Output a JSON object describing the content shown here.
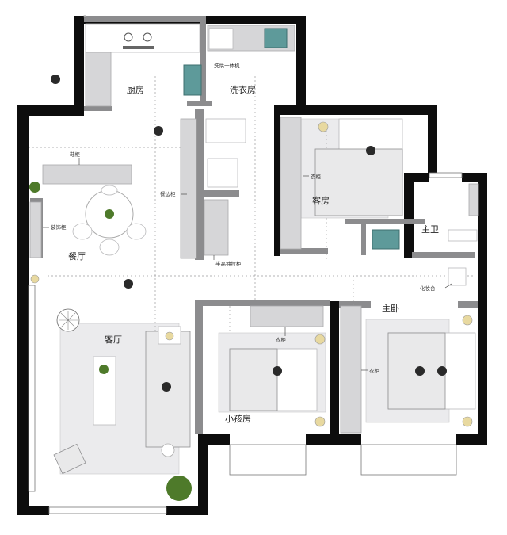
{
  "rooms": {
    "kitchen": "厨房",
    "laundry": "洗衣房",
    "guest_room": "客房",
    "master_bath": "主卫",
    "dining": "餐厅",
    "living": "客厅",
    "master_bedroom": "主卧",
    "kids_room": "小孩房"
  },
  "furniture_labels": {
    "washer_dryer": "洗烘一体机",
    "shoe_cabinet": "鞋柜",
    "sideboard": "餐边柜",
    "guest_wardrobe": "衣柜",
    "decor_cabinet": "装饰柜",
    "half_height_drawer": "半高抽拉柜",
    "vanity": "化妆台",
    "kids_wardrobe": "衣柜",
    "master_wardrobe": "衣柜"
  },
  "colors": {
    "wall": "#0d0d0d",
    "partition": "#8c8c8e",
    "appliance_teal": "#5e9a9a",
    "plant_green": "#4e7a2a",
    "accent_yellow": "#e8d9a0"
  }
}
